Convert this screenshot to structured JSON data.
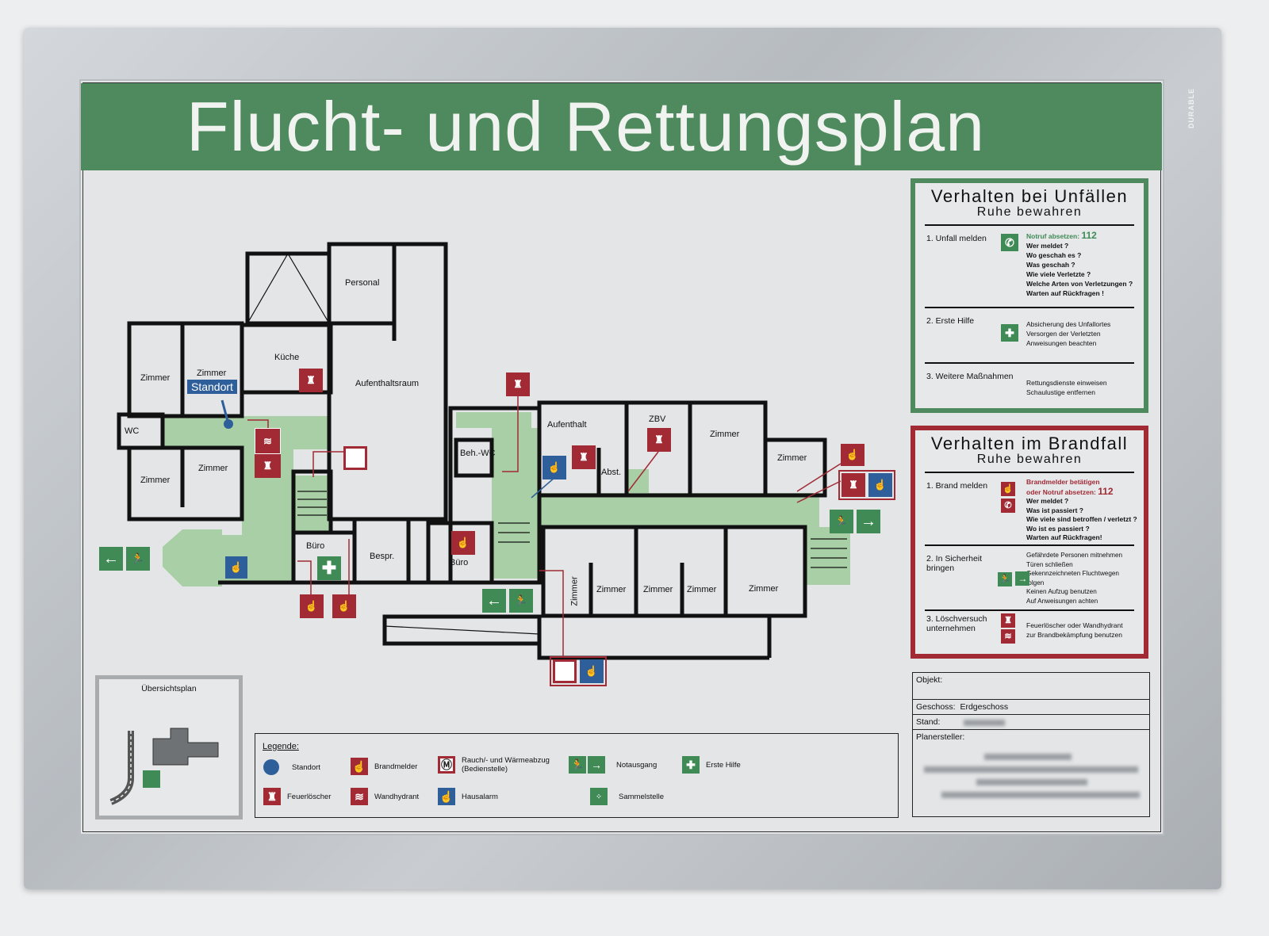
{
  "title": "Flucht- und Rettungsplan",
  "logo": "DURABLE",
  "unfall": {
    "title": "Verhalten bei Unfällen",
    "subtitle": "Ruhe bewahren",
    "sections": [
      {
        "label": "1. Unfall melden",
        "highlight": "Notruf absetzen:",
        "number": "112",
        "lines": [
          "Wer meldet ?",
          "Wo geschah es ?",
          "Was geschah ?",
          "Wie viele Verletzte ?",
          "Welche Arten von Verletzungen ?",
          "Warten auf Rückfragen !"
        ]
      },
      {
        "label": "2. Erste Hilfe",
        "lines": [
          "Absicherung des Unfallortes",
          "Versorgen der Verletzten",
          "Anweisungen beachten"
        ]
      },
      {
        "label": "3. Weitere Maßnahmen",
        "lines": [
          "Rettungsdienste einweisen",
          "Schaulustige entfernen"
        ]
      }
    ]
  },
  "brand": {
    "title": "Verhalten im Brandfall",
    "subtitle": "Ruhe bewahren",
    "sections": [
      {
        "label": "1. Brand melden",
        "highlight1": "Brandmelder betätigen",
        "highlight2": "oder Notruf absetzen:",
        "number": "112",
        "lines": [
          "Wer meldet ?",
          "Was ist passiert ?",
          "Wie viele sind betroffen / verletzt ?",
          "Wo ist es passiert ?",
          "Warten auf Rückfragen!"
        ]
      },
      {
        "label": "2. In Sicherheit bringen",
        "lines": [
          "Gefährdete Personen mitnehmen",
          "Türen schließen",
          "Gekennzeichneten Fluchtwegen folgen",
          "Keinen Aufzug benutzen",
          "Auf Anweisungen achten"
        ]
      },
      {
        "label": "3. Löschversuch unternehmen",
        "lines": [
          "Feuerlöscher oder Wandhydrant",
          "zur Brandbekämpfung benutzen"
        ]
      }
    ]
  },
  "info": {
    "objekt": "Objekt:",
    "geschoss_label": "Geschoss:",
    "geschoss": "Erdgeschoss",
    "stand_label": "Stand:",
    "planersteller_label": "Planersteller:"
  },
  "overview": {
    "title": "Übersichtsplan"
  },
  "legend": {
    "title": "Legende:",
    "items": {
      "standort": "Standort",
      "brandmelder": "Brandmelder",
      "rauch": "Rauch/- und Wärmeabzug",
      "rauch2": "(Bedienstelle)",
      "notausgang": "Notausgang",
      "erstehilfe": "Erste Hilfe",
      "feuerloescher": "Feuerlöscher",
      "wandhydrant": "Wandhydrant",
      "hausalarm": "Hausalarm",
      "sammelstelle": "Sammelstelle"
    }
  },
  "plan": {
    "rooms": {
      "zimmer": "Zimmer",
      "standort": "Standort",
      "kueche": "Küche",
      "personal": "Personal",
      "aufenthaltsraum": "Aufenthaltsraum",
      "wc": "WC",
      "buero": "Büro",
      "bespr": "Bespr.",
      "behwc": "Beh.-WC",
      "aufenthalt": "Aufenthalt",
      "zbv": "ZBV",
      "abst": "Abst."
    }
  },
  "colors": {
    "green": "#4e8a5e",
    "red": "#a12a35",
    "blue": "#2f5f9a",
    "corridor": "#a9cfa6"
  }
}
